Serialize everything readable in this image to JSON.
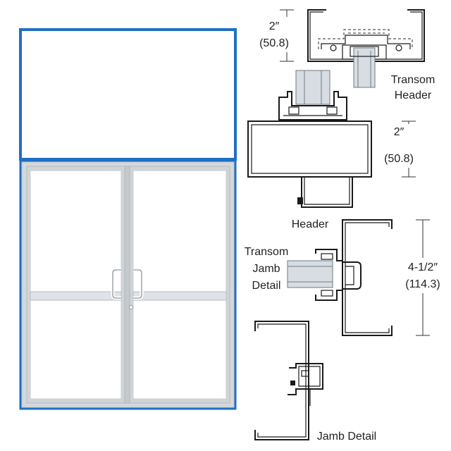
{
  "colors": {
    "transom_frame": "#1f6fc4",
    "door_frame": "#d4d8dc",
    "door_frame_edge": "#b9bec3",
    "glass": "#ffffff",
    "line_art": "#1a1a1a"
  },
  "details": {
    "transom_header": {
      "label_line1": "Transom",
      "label_line2": "Header",
      "dimension": "2″",
      "dimension_metric": "(50.8)"
    },
    "header": {
      "label": "Header",
      "dimension": "2″",
      "dimension_metric": "(50.8)"
    },
    "transom_jamb": {
      "label_line1": "Transom",
      "label_line2": "Jamb",
      "label_line3": "Detail",
      "dimension": "4-1/2″",
      "dimension_metric": "(114.3)"
    },
    "jamb": {
      "label": "Jamb Detail"
    }
  }
}
